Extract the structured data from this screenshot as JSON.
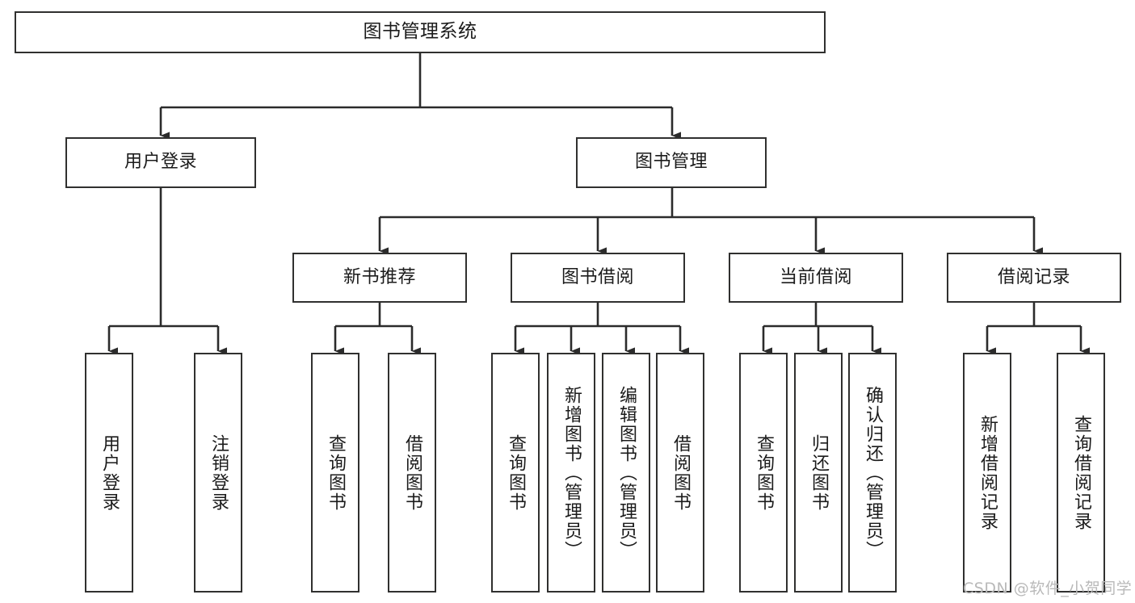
{
  "diagram": {
    "title": "图书管理系统",
    "type": "tree-hierarchy-diagram",
    "colors": {
      "box_border": "#30302f",
      "box_fill": "#ffffff",
      "edge": "#2b2b2b",
      "text": "#1b1b1b",
      "watermark": "#b9b9b9",
      "background": "#ffffff"
    },
    "root": {
      "label": "图书管理系统"
    },
    "level2": [
      {
        "label": "用户登录"
      },
      {
        "label": "图书管理"
      }
    ],
    "level3": [
      {
        "label": "新书推荐"
      },
      {
        "label": "图书借阅"
      },
      {
        "label": "当前借阅"
      },
      {
        "label": "借阅记录"
      }
    ],
    "leaves": {
      "user_login": [
        {
          "label": "用户登录"
        },
        {
          "label": "注销登录"
        }
      ],
      "new_book_recommend": [
        {
          "label": "查询图书"
        },
        {
          "label": "借阅图书"
        }
      ],
      "book_borrow": [
        {
          "label": "查询图书"
        },
        {
          "label": "新增图书（管理员）"
        },
        {
          "label": "编辑图书（管理员）"
        },
        {
          "label": "借阅图书"
        }
      ],
      "current_borrow": [
        {
          "label": "查询图书"
        },
        {
          "label": "归还图书"
        },
        {
          "label": "确认归还（管理员）"
        }
      ],
      "borrow_record": [
        {
          "label": "新增借阅记录"
        },
        {
          "label": "查询借阅记录"
        }
      ]
    }
  },
  "watermark": {
    "text": "CSDN @软件_小贺同学"
  }
}
